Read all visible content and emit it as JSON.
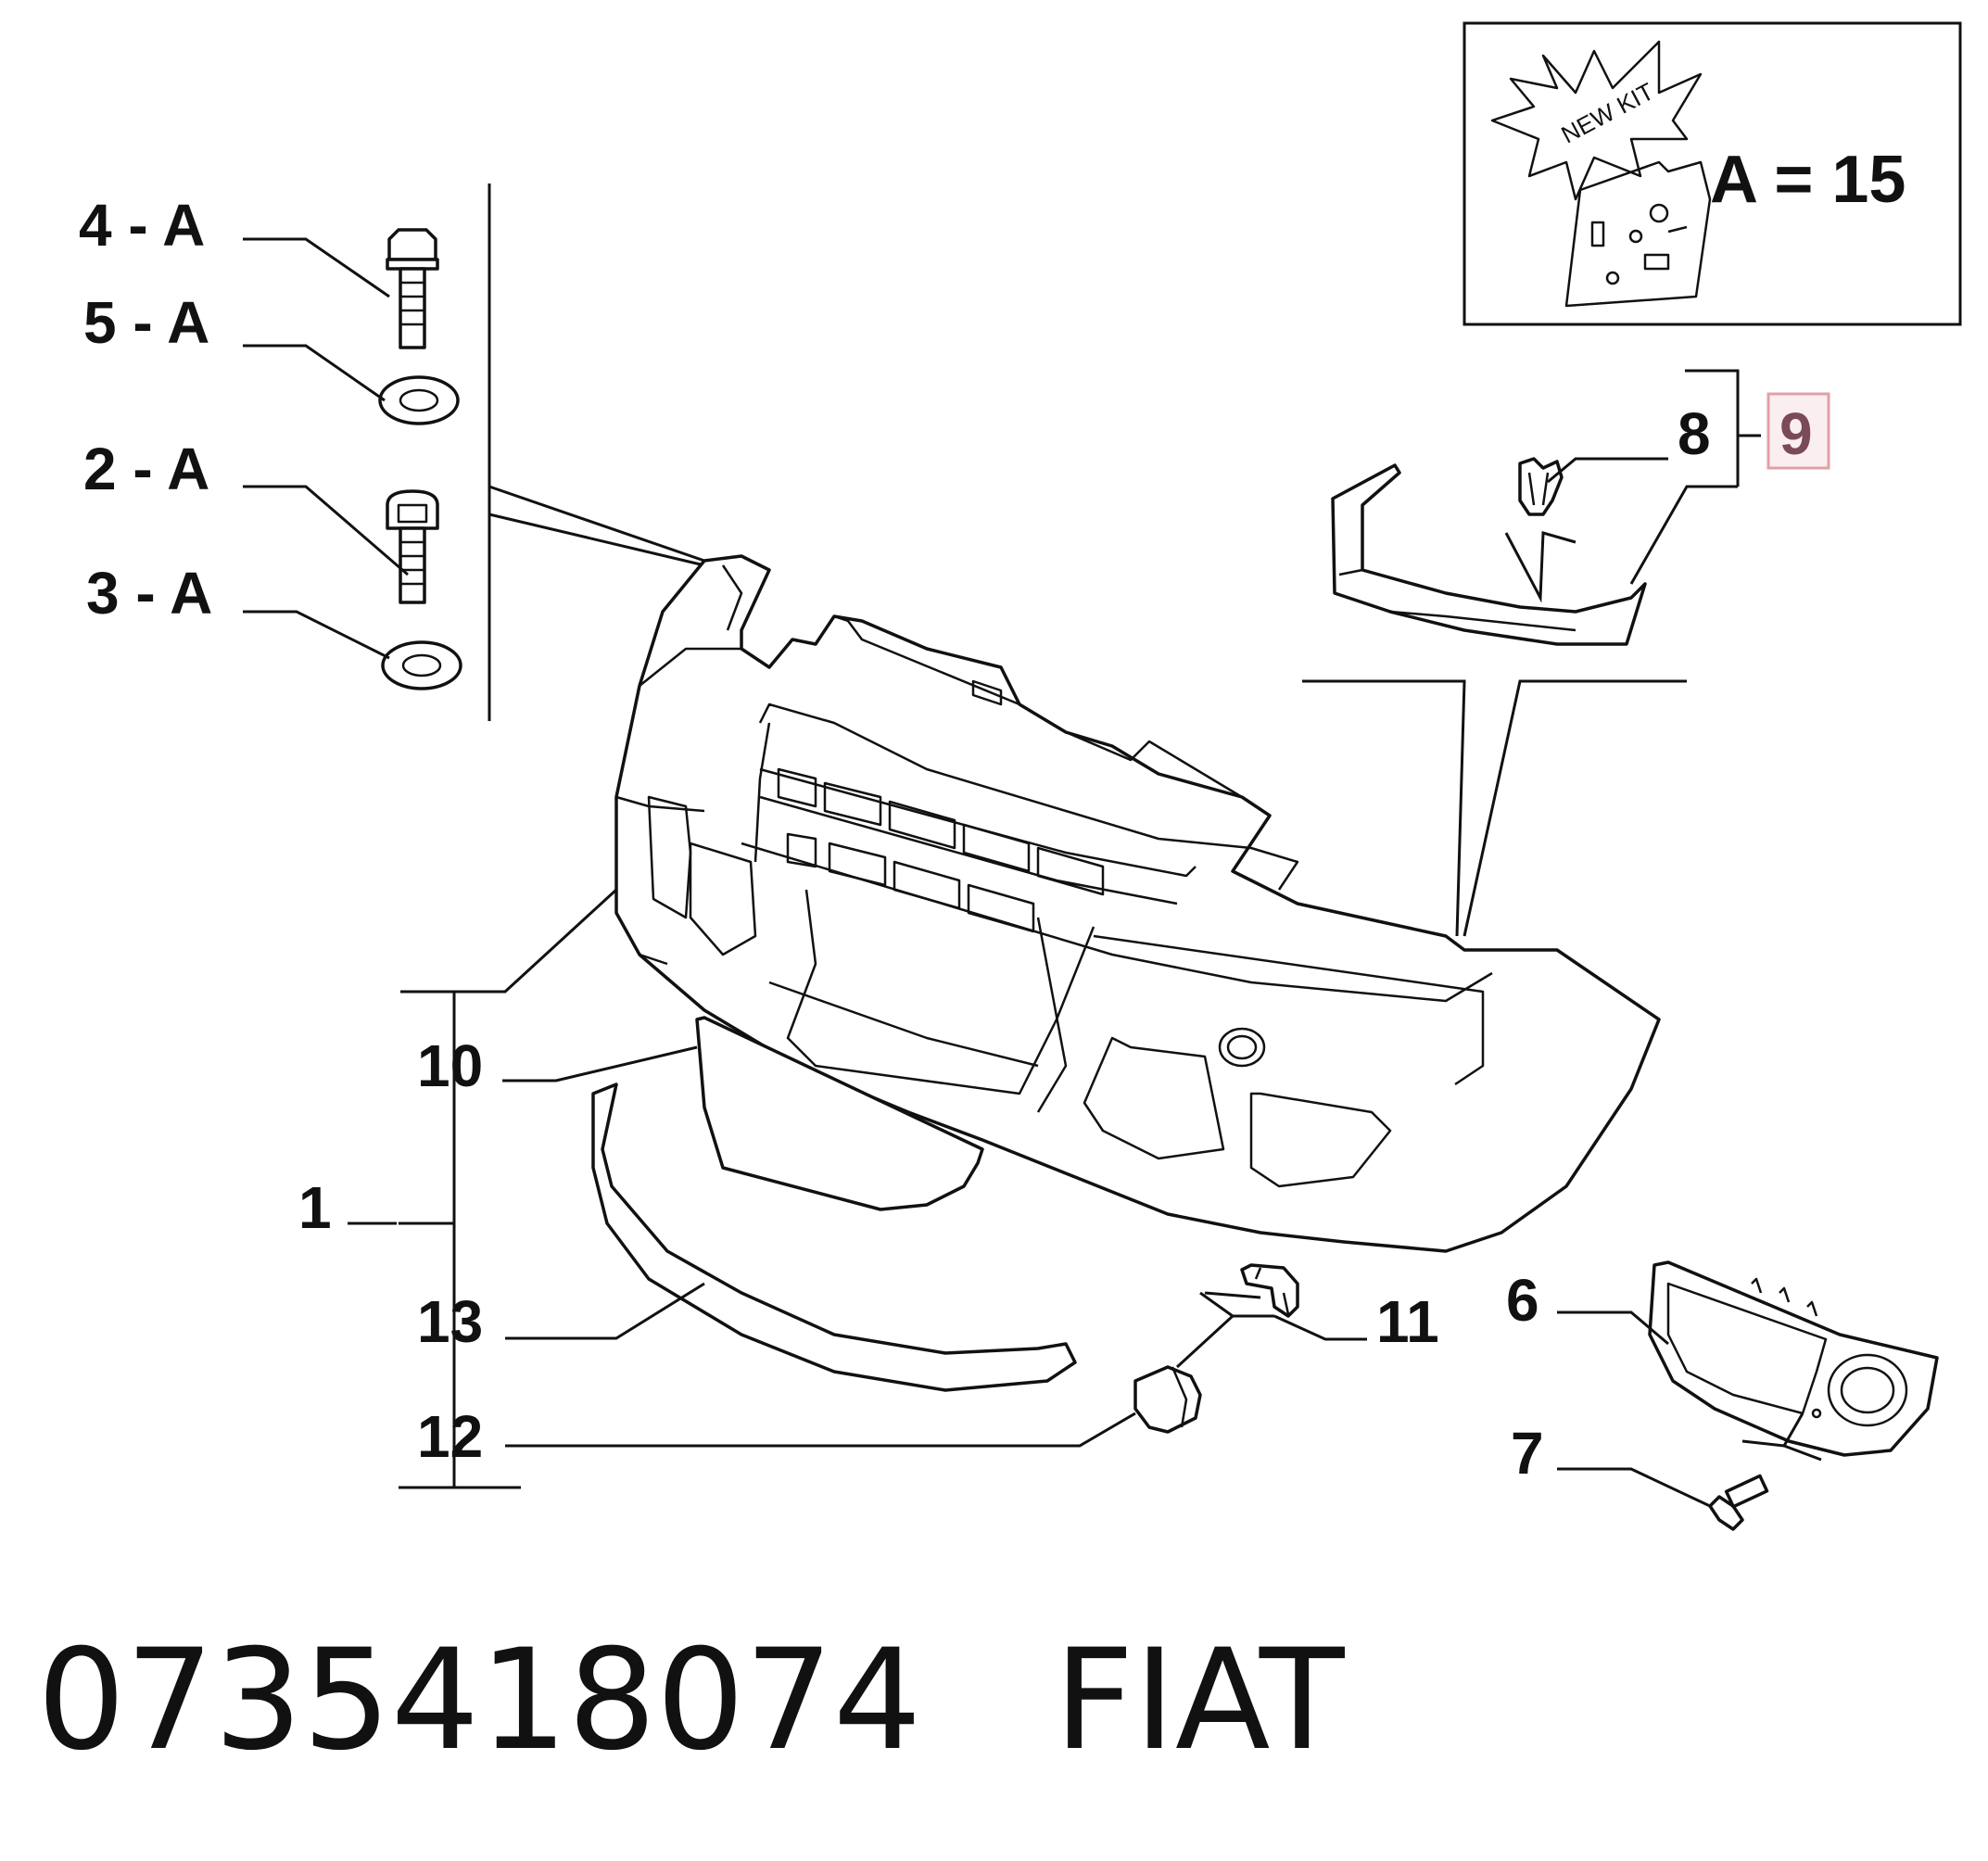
{
  "kit": {
    "star_text": "NEW KIT",
    "equation": "A = 15"
  },
  "callouts": {
    "c4": "4 - A",
    "c5": "5 - A",
    "c2": "2 - A",
    "c3": "3 - A",
    "c8": "8",
    "c9": "9",
    "c10": "10",
    "c1": "1",
    "c13": "13",
    "c12": "12",
    "c11": "11",
    "c6": "6",
    "c7": "7"
  },
  "highlight_color": "#e0a0a8",
  "footer": {
    "part_number": "0735418074",
    "brand": "FIAT"
  }
}
